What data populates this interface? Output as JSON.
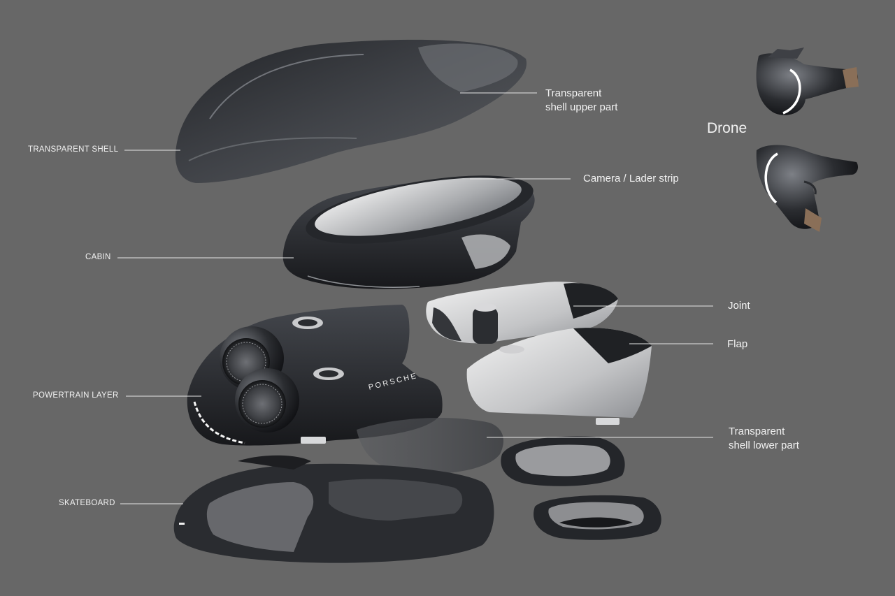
{
  "labels": {
    "transparent_shell": "TRANSPARENT SHELL",
    "cabin": "CABIN",
    "powertrain_layer": "POWERTRAIN LAYER",
    "skateboard": "SKATEBOARD",
    "shell_upper_line1": "Transparent",
    "shell_upper_line2": "shell upper part",
    "camera_strip": "Camera / Lader strip",
    "joint": "Joint",
    "flap": "Flap",
    "shell_lower_line1": "Transparent",
    "shell_lower_line2": "shell lower part",
    "drone": "Drone",
    "brand_badge": "PORSCHE"
  },
  "colors": {
    "background": "#676767",
    "label_text": "#f2f2f2",
    "leader_line": "#e6e6e6",
    "dark_body": "#2a2c31",
    "silver_body": "#c9c9cb",
    "light_accent": "#ffffff"
  }
}
